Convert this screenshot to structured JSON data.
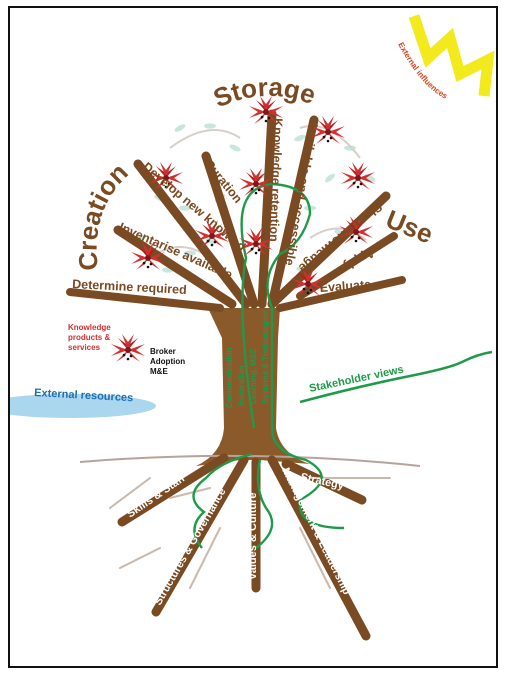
{
  "sections": {
    "storage": "Storage",
    "creation": "Creation",
    "use": "Use"
  },
  "branches": {
    "develop_new_knowledge": "Develop new knowledge",
    "inventarise_available": "Inventarise available",
    "determine_required": "Determine required",
    "curation": "Curation",
    "knowledge_retention": "Knowledge retention",
    "available_and_accessible": "Available and accessible",
    "share_knowledge": "Share knowledge",
    "apply": "Apply",
    "evaluate": "Evaluate"
  },
  "trunk": {
    "communication": "Communication",
    "innovation": "Innovation",
    "learning": "Learning, M&E",
    "systems": "Systems & Technologies"
  },
  "roots": {
    "skills": "Skills & Staff",
    "structures": "Structures & Governance",
    "values": "Values & Culture",
    "management": "Management & Leadership",
    "strategy": "Strategy"
  },
  "side": {
    "external_influences": "External influences",
    "external_resources": "External resources",
    "stakeholder_views": "Stakeholder views",
    "knowledge_products": [
      "Knowledge",
      "products &",
      "services"
    ],
    "broker_lines": [
      "Broker",
      "Adoption",
      "M&E"
    ]
  },
  "colors": {
    "brown": "#7a4a22",
    "trunk_brown": "#8b5a2b",
    "green": "#1f9a4a",
    "red_flower": "#d32f2f",
    "sun": "#f2ea1c",
    "leaf_pale": "#c7e7dc",
    "water": "#aad6ee",
    "blue_text": "#1c6fb3"
  }
}
